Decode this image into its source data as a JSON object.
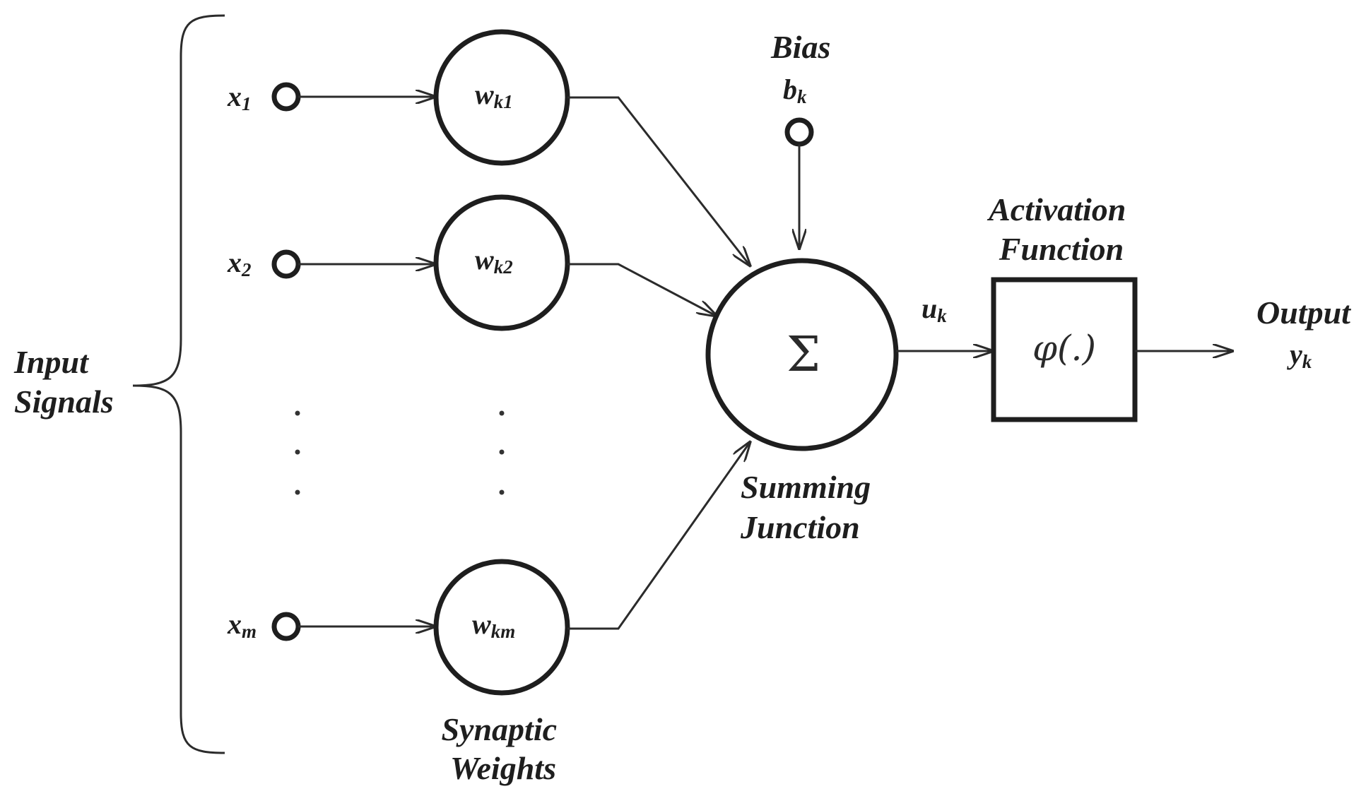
{
  "labels": {
    "input_signals_line1": "Input",
    "input_signals_line2": "Signals",
    "bias_title": "Bias",
    "bias_var": "b",
    "bias_sub": "k",
    "activation_line1": "Activation",
    "activation_line2": "Function",
    "output_title": "Output",
    "output_var": "y",
    "output_sub": "k",
    "summing_line1": "Summing",
    "summing_line2": "Junction",
    "synaptic_line1": "Synaptic",
    "synaptic_line2": "Weights",
    "u_var": "u",
    "u_sub": "k"
  },
  "inputs": [
    {
      "var": "x",
      "sub": "1"
    },
    {
      "var": "x",
      "sub": "2"
    },
    {
      "var": "x",
      "sub": "m"
    }
  ],
  "weights": [
    {
      "var": "w",
      "sub": "k1"
    },
    {
      "var": "w",
      "sub": "k2"
    },
    {
      "var": "w",
      "sub": "km"
    }
  ],
  "symbols": {
    "summation": "Σ",
    "activation": "φ(.)"
  }
}
